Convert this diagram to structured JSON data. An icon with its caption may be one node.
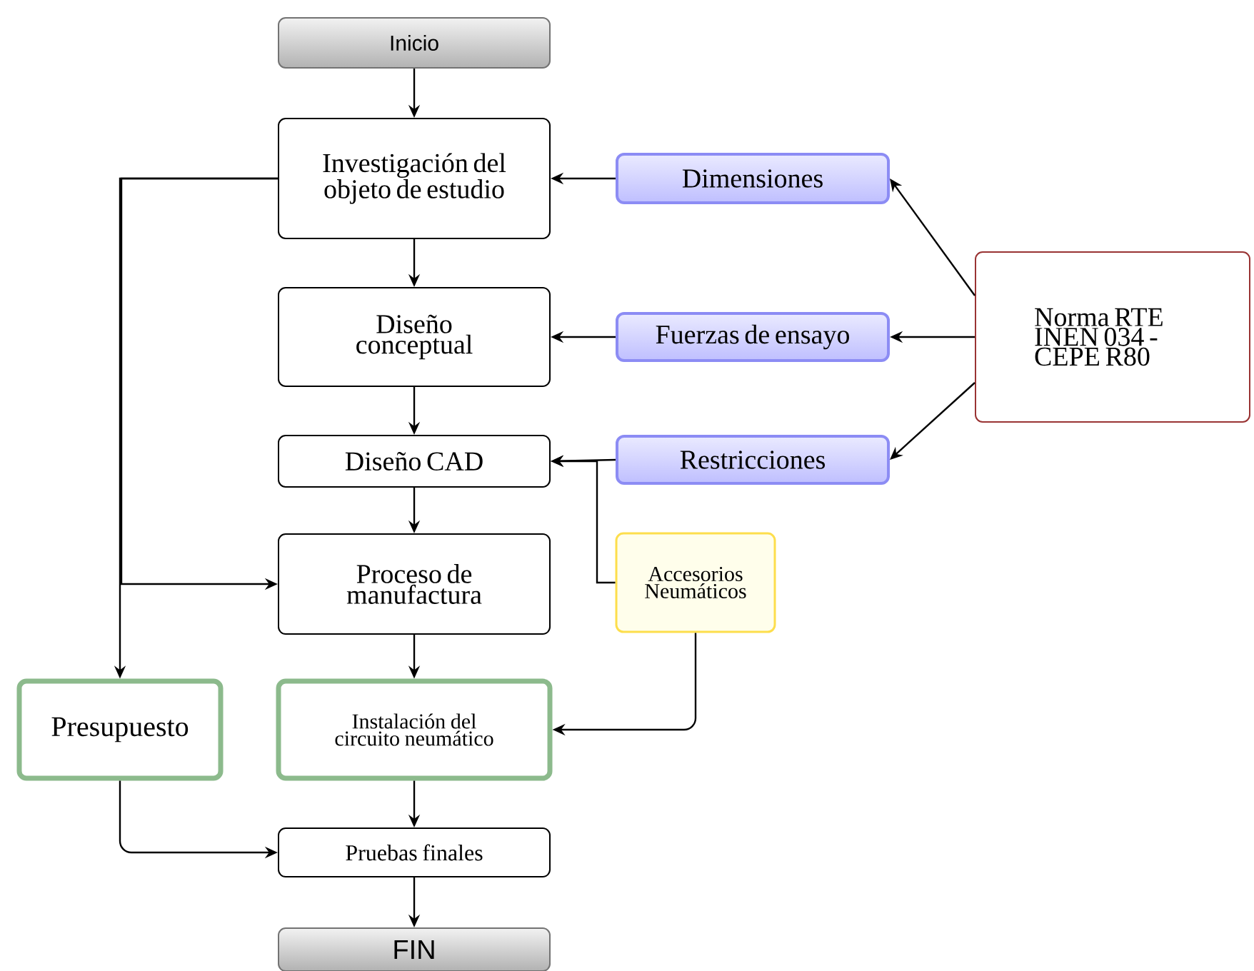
{
  "diagram": {
    "nodes": [
      {
        "text": [
          "Inicio"
        ]
      },
      {
        "text": [
          "Investigación del objeto de estudio"
        ]
      },
      {
        "text": [
          "Dimensiones"
        ]
      },
      {
        "text": [
          "Norma RTE INEN 034 - CEPE R80"
        ]
      },
      {
        "text": [
          "Diseño conceptual"
        ]
      },
      {
        "text": [
          "Fuerzas de ensayo"
        ]
      },
      {
        "text": [
          "Diseño CAD"
        ]
      },
      {
        "text": [
          "Restricciones"
        ]
      },
      {
        "text": [
          "Proceso de manufactura"
        ]
      },
      {
        "text": [
          "Accesorios Neumáticos"
        ]
      },
      {
        "text": [
          "Presupuesto"
        ]
      },
      {
        "text": [
          "Instalación del circuito neumático"
        ]
      },
      {
        "text": [
          "Pruebas finales"
        ]
      },
      {
        "text": [
          "FIN"
        ]
      }
    ],
    "edges": [
      {
        "from": 0,
        "to": 1,
        "arrow": "to"
      },
      {
        "from": 1,
        "to": 4,
        "arrow": "to"
      },
      {
        "from": 4,
        "to": 6,
        "arrow": "to"
      },
      {
        "from": 6,
        "to": 8,
        "arrow": "to"
      },
      {
        "from": 8,
        "to": 11,
        "arrow": "to"
      },
      {
        "from": 11,
        "to": 12,
        "arrow": "to"
      },
      {
        "from": 12,
        "to": 13,
        "arrow": "to"
      },
      {
        "from": 2,
        "to": 1,
        "arrow": "to"
      },
      {
        "from": 5,
        "to": 4,
        "arrow": "to"
      },
      {
        "from": 7,
        "to": 6,
        "arrow": "to"
      },
      {
        "from": 3,
        "to": 2,
        "arrow": "to"
      },
      {
        "from": 3,
        "to": 5,
        "arrow": "to"
      },
      {
        "from": 3,
        "to": 7,
        "arrow": "to"
      },
      {
        "from": 1,
        "to": 10,
        "arrow": "to"
      },
      {
        "from": 1,
        "to": 8,
        "arrow": "to"
      },
      {
        "from": 9,
        "to": 6,
        "arrow": "to"
      },
      {
        "from": 9,
        "to": 11,
        "arrow": "to"
      },
      {
        "from": 10,
        "to": 12,
        "arrow": "to"
      }
    ]
  }
}
